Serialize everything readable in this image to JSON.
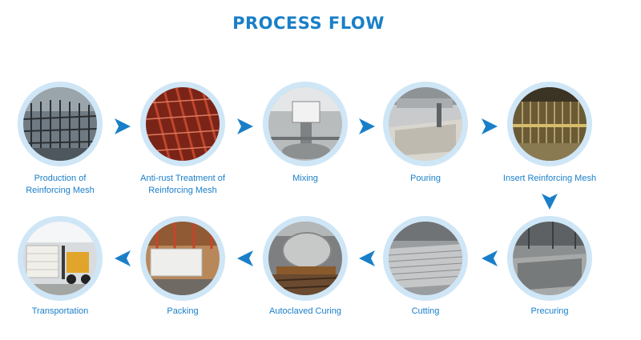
{
  "title": "PROCESS FLOW",
  "accent_color": "#1a7fc8",
  "ring_color": "#cfe6f6",
  "steps": [
    {
      "label": "Production of\nReinforcing Mesh",
      "icon": "rebar-cage-photo"
    },
    {
      "label": "Anti-rust Treatment of\nReinforcing Mesh",
      "icon": "red-coated-mesh-photo"
    },
    {
      "label": "Mixing",
      "icon": "mixer-photo"
    },
    {
      "label": "Pouring",
      "icon": "pouring-photo"
    },
    {
      "label": "Insert Reinforcing Mesh",
      "icon": "mesh-insertion-photo"
    },
    {
      "label": "Precuring",
      "icon": "precuring-photo"
    },
    {
      "label": "Cutting",
      "icon": "cutting-photo"
    },
    {
      "label": "Autoclaved Curing",
      "icon": "autoclave-photo"
    },
    {
      "label": "Packing",
      "icon": "packing-photo"
    },
    {
      "label": "Transportation",
      "icon": "forklift-photo"
    }
  ]
}
